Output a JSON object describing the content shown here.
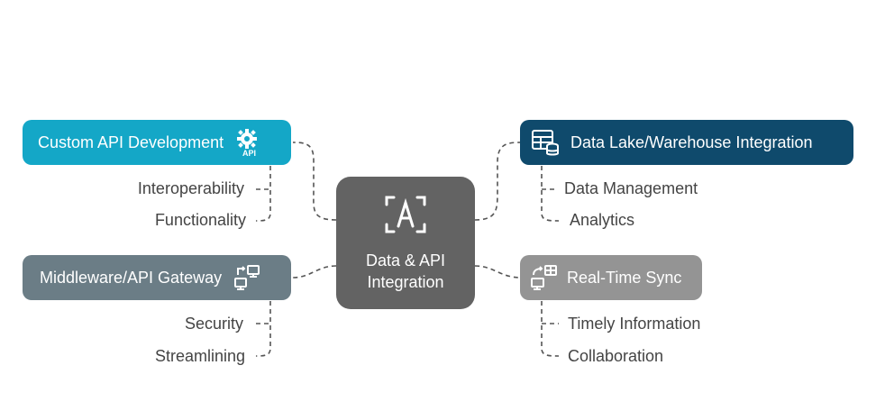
{
  "center": {
    "line1": "Data & API",
    "line2": "Integration",
    "icon": "ai-focus-icon"
  },
  "branches": {
    "custom_api": {
      "label": "Custom API Development",
      "color": "#14A7C7",
      "icon": "gear-api-icon",
      "children": [
        "Interoperability",
        "Functionality"
      ]
    },
    "middleware": {
      "label": "Middleware/API Gateway",
      "color": "#6B7D86",
      "icon": "network-computers-icon",
      "children": [
        "Security",
        "Streamlining"
      ]
    },
    "data_lake": {
      "label": "Data Lake/Warehouse Integration",
      "color": "#0F4A6C",
      "icon": "database-table-icon",
      "children": [
        "Data Management",
        "Analytics"
      ]
    },
    "realtime": {
      "label": "Real-Time Sync",
      "color": "#949494",
      "icon": "sync-computer-icon",
      "children": [
        "Timely Information",
        "Collaboration"
      ]
    }
  },
  "colors": {
    "center": "#636363",
    "connector": "#555555",
    "leaf_text": "#444444"
  }
}
